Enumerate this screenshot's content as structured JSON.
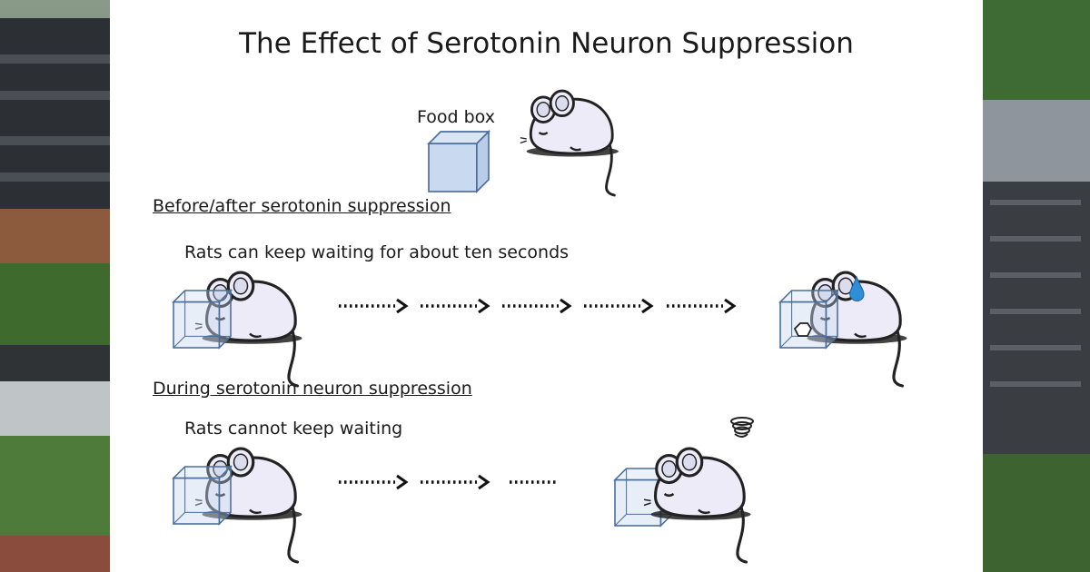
{
  "title": "The Effect of Serotonin Neuron Suppression",
  "food_box_label": "Food box",
  "section1": {
    "heading": "Before/after serotonin suppression",
    "caption": "Rats can keep waiting for about ten seconds"
  },
  "section2": {
    "heading": "During serotonin neuron suppression",
    "caption": "Rats cannot keep waiting"
  },
  "colors": {
    "box_fill": "#c9daf0",
    "box_stroke": "#4a6e9a",
    "rat_fill": "#ecebf7",
    "rat_stroke": "#222222",
    "sweat_drop": "#2e8fd8"
  },
  "icons": [
    "food-box-icon",
    "rat-icon",
    "dotted-arrow-icon",
    "sweat-drop-icon",
    "dizzy-swirl-icon",
    "food-pellet-icon"
  ]
}
